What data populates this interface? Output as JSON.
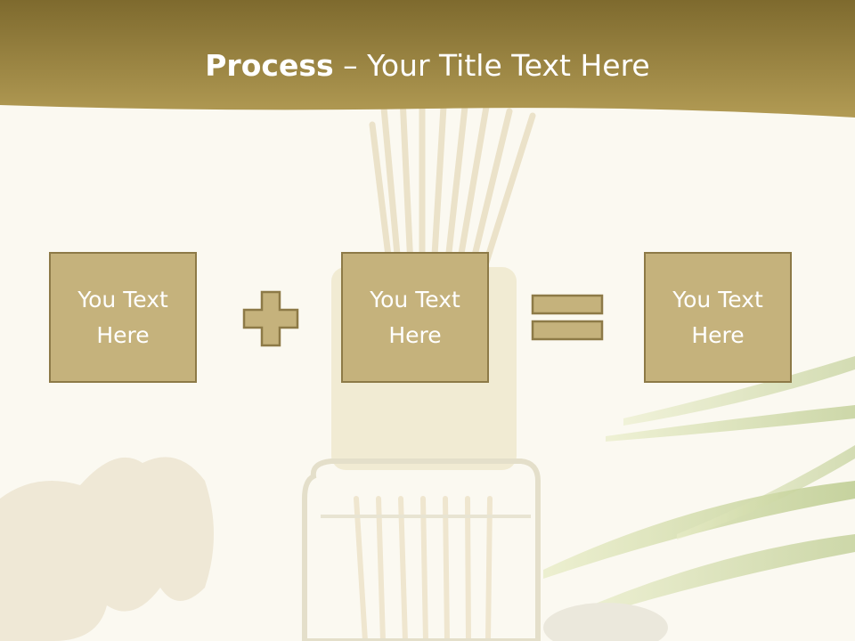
{
  "title": {
    "bold": "Process",
    "dash": " – ",
    "rest": "Your Title Text Here"
  },
  "boxes": [
    {
      "text": "You Text\nHere"
    },
    {
      "text": "You Text\nHere"
    },
    {
      "text": "You Text\nHere"
    }
  ],
  "operators": [
    "plus",
    "equals"
  ],
  "colors": {
    "header_band": "#9b8444",
    "box_fill": "#c5b27c",
    "box_border": "#8d7a47",
    "background": "#fbf9f1"
  }
}
